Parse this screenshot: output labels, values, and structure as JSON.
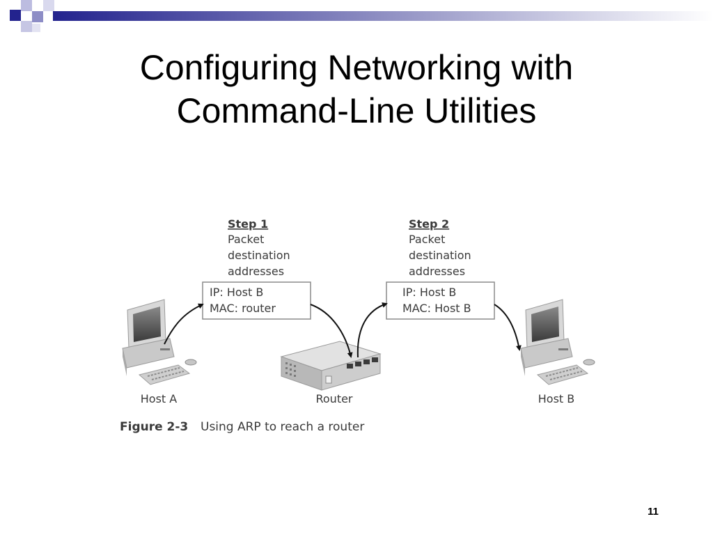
{
  "slide": {
    "title_line1": "Configuring Networking with",
    "title_line2": "Command-Line Utilities",
    "page_number": "11",
    "accent_color": "#23238e"
  },
  "diagram": {
    "step1": {
      "heading": "Step 1",
      "lines": [
        "Packet",
        "destination",
        "addresses"
      ],
      "box_lines": [
        "IP: Host B",
        "MAC: router"
      ]
    },
    "step2": {
      "heading": "Step 2",
      "lines": [
        "Packet",
        "destination",
        "addresses"
      ],
      "box_lines": [
        "IP: Host B",
        "MAC: Host B"
      ]
    },
    "nodes": {
      "host_a": "Host A",
      "router": "Router",
      "host_b": "Host B"
    },
    "caption_label": "Figure 2-3",
    "caption_text": "Using ARP to reach a router"
  }
}
